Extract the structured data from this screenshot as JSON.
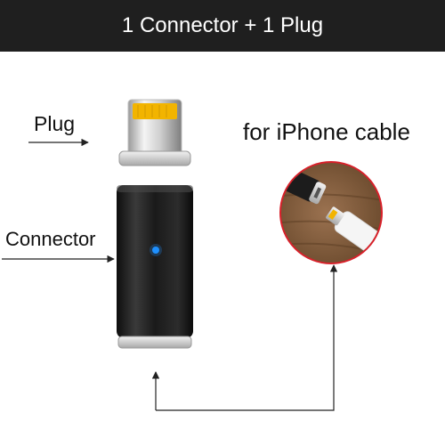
{
  "header": {
    "title": "1 Connector + 1 Plug"
  },
  "labels": {
    "plug": "Plug",
    "connector": "Connector",
    "cable": "for iPhone cable"
  },
  "colors": {
    "header_bg": "#1f1f1f",
    "plug_pins": "#f2b400",
    "led": "#1e90ff",
    "callout_ring": "#d8202a",
    "wood": "#7a5636"
  },
  "icons": {
    "plug": "lightning-plug-icon",
    "connector": "magnetic-connector-icon",
    "closeup": "magnetic-closeup-icon"
  }
}
